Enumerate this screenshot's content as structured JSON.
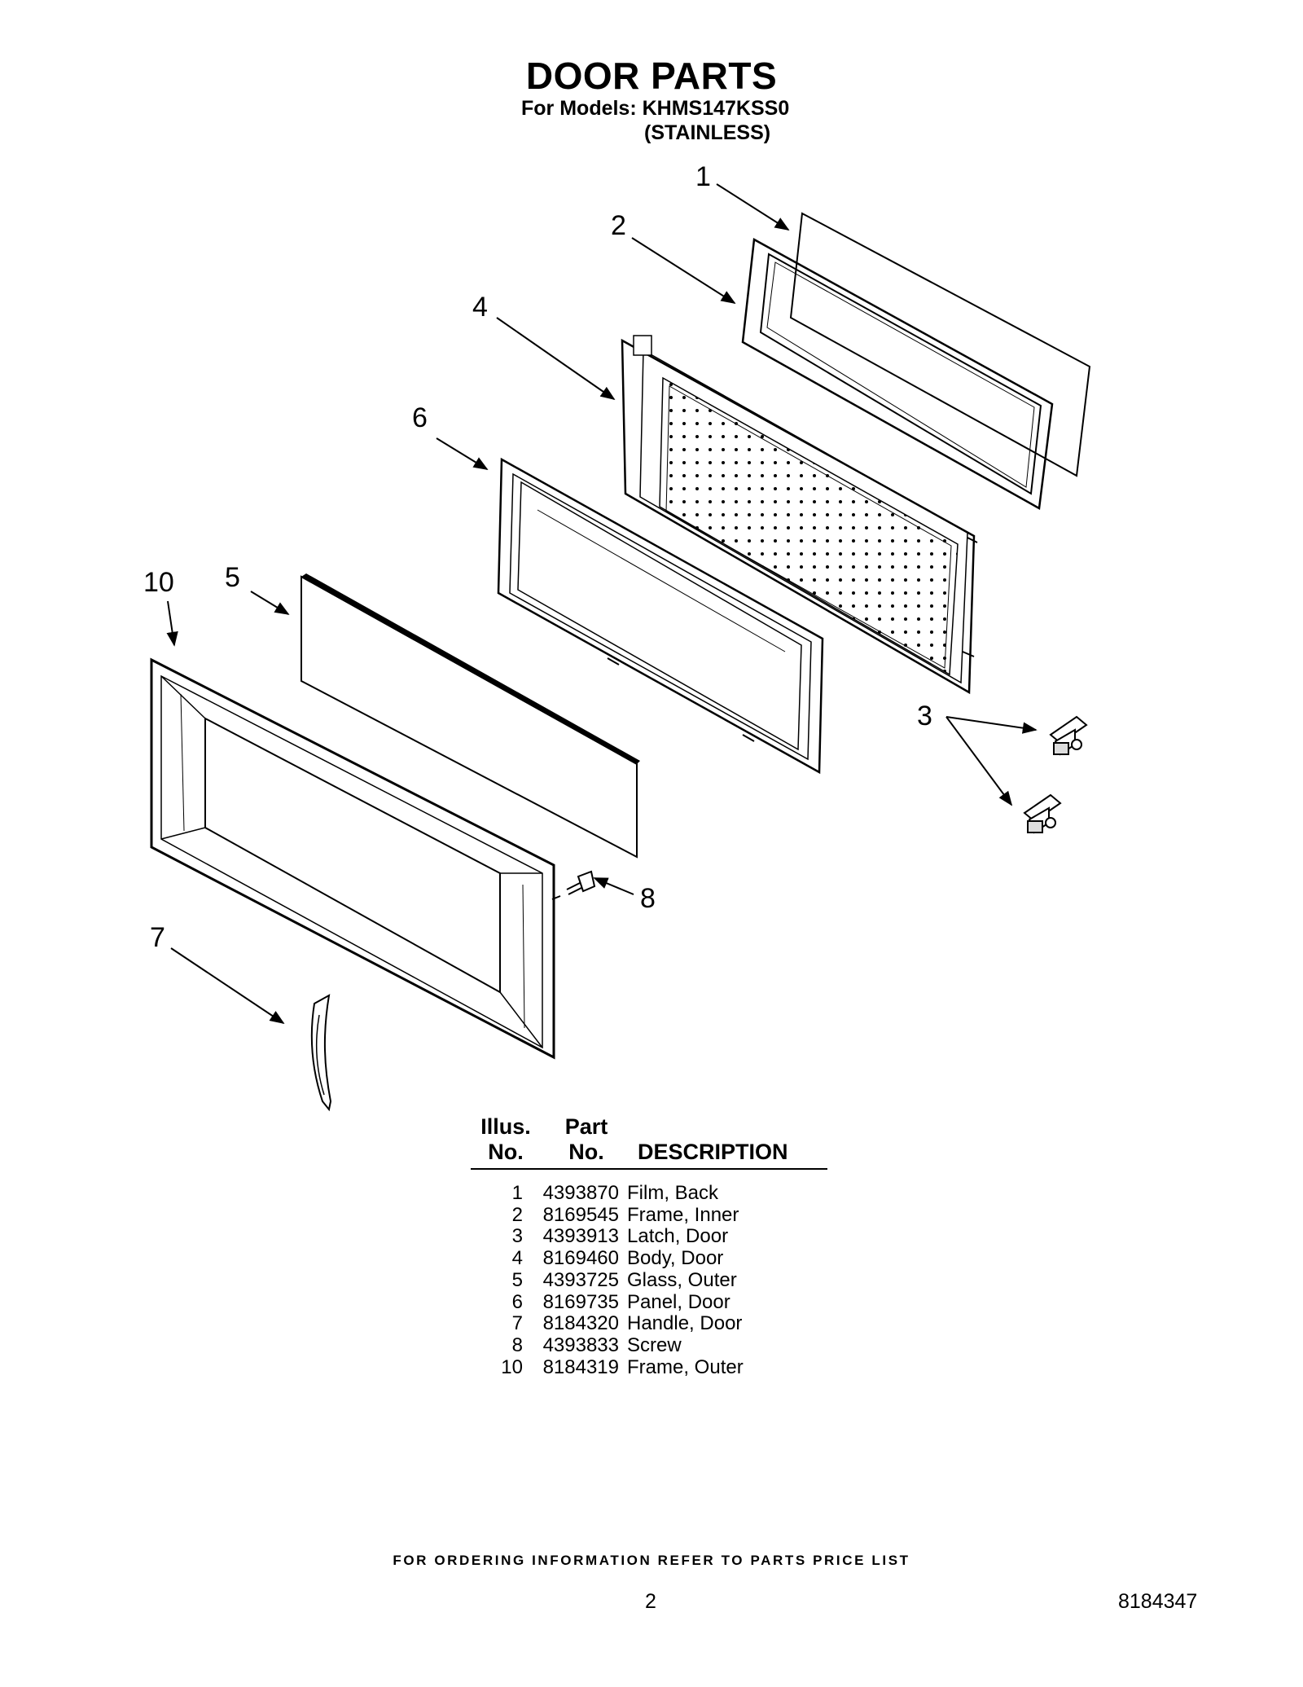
{
  "header": {
    "title": "DOOR PARTS",
    "models_line1": "For Models: KHMS147KSS0",
    "models_line2": "(STAINLESS)"
  },
  "callouts": [
    "1",
    "2",
    "4",
    "6",
    "10",
    "5",
    "3",
    "8",
    "7"
  ],
  "table": {
    "col_illus": [
      "Illus.",
      "No."
    ],
    "col_part": [
      "Part",
      "No."
    ],
    "col_desc": "DESCRIPTION",
    "rows": [
      {
        "illus": "1",
        "part": "4393870",
        "desc": "Film, Back"
      },
      {
        "illus": "2",
        "part": "8169545",
        "desc": "Frame, Inner"
      },
      {
        "illus": "3",
        "part": "4393913",
        "desc": "Latch, Door"
      },
      {
        "illus": "4",
        "part": "8169460",
        "desc": "Body, Door"
      },
      {
        "illus": "5",
        "part": "4393725",
        "desc": "Glass, Outer"
      },
      {
        "illus": "6",
        "part": "8169735",
        "desc": "Panel, Door"
      },
      {
        "illus": "7",
        "part": "8184320",
        "desc": "Handle, Door"
      },
      {
        "illus": "8",
        "part": "4393833",
        "desc": "Screw"
      },
      {
        "illus": "10",
        "part": "8184319",
        "desc": "Frame, Outer"
      }
    ]
  },
  "footer": {
    "note": "FOR ORDERING INFORMATION REFER TO PARTS PRICE LIST",
    "page": "2",
    "doc_number": "8184347"
  }
}
